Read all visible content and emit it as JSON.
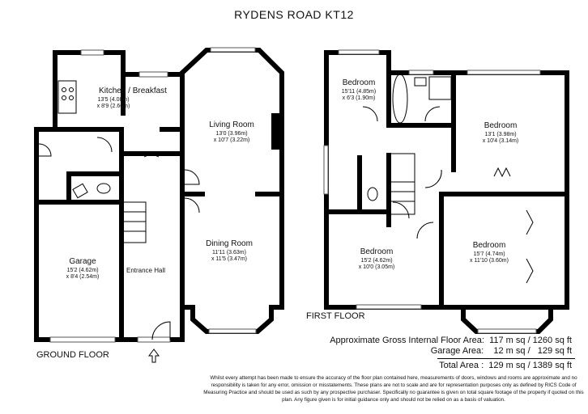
{
  "title": "RYDENS ROAD  KT12",
  "ground_floor": {
    "label": "GROUND FLOOR",
    "rooms": [
      {
        "name": "Kitchen / Breakfast",
        "dim1": "13'5 (4.08m)",
        "dim2": "x 8'9 (2.66m)"
      },
      {
        "name": "Living Room",
        "dim1": "13'0 (3.96m)",
        "dim2": "x 10'7 (3.22m)"
      },
      {
        "name": "Dining Room",
        "dim1": "11'11 (3.63m)",
        "dim2": "x 11'5 (3.47m)"
      },
      {
        "name": "Garage",
        "dim1": "15'2 (4.62m)",
        "dim2": "x 8'4 (2.54m)"
      },
      {
        "name": "Entrance Hall"
      }
    ]
  },
  "first_floor": {
    "label": "FIRST FLOOR",
    "rooms": [
      {
        "name": "Bedroom",
        "dim1": "15'11 (4.85m)",
        "dim2": "x 6'3 (1.90m)"
      },
      {
        "name": "Bedroom",
        "dim1": "13'1 (3.98m)",
        "dim2": "x 10'4 (3.14m)"
      },
      {
        "name": "Bedroom",
        "dim1": "15'2 (4.62m)",
        "dim2": "x 10'0 (3.05m)"
      },
      {
        "name": "Bedroom",
        "dim1": "15'7 (4.74m)",
        "dim2": "x 11'10 (3.60m)"
      }
    ]
  },
  "areas": {
    "gross": "Approximate Gross Internal Floor Area:  117 m sq / 1260 sq ft",
    "garage": "Garage Area:    12 m sq /   129 sq ft",
    "total": "Total Area :  129 m sq / 1389 sq ft"
  },
  "disclaimer": "Whilst every attempt has been made to ensure the accuracy of the floor plan contained here, measurements of doors, windows and rooms are approximate and no responsibility is taken for any error, omission or misstatements. These plans are not to scale and are for representation purposes only as defined by RICS Code of Measuring Practice and should be used as such by any prospective purchaser. Specifically no guarantee is given on total square footage of the property if quoted on this plan. Any figure given is for initial guidance only and should not be relied on as a basis of valuation."
}
